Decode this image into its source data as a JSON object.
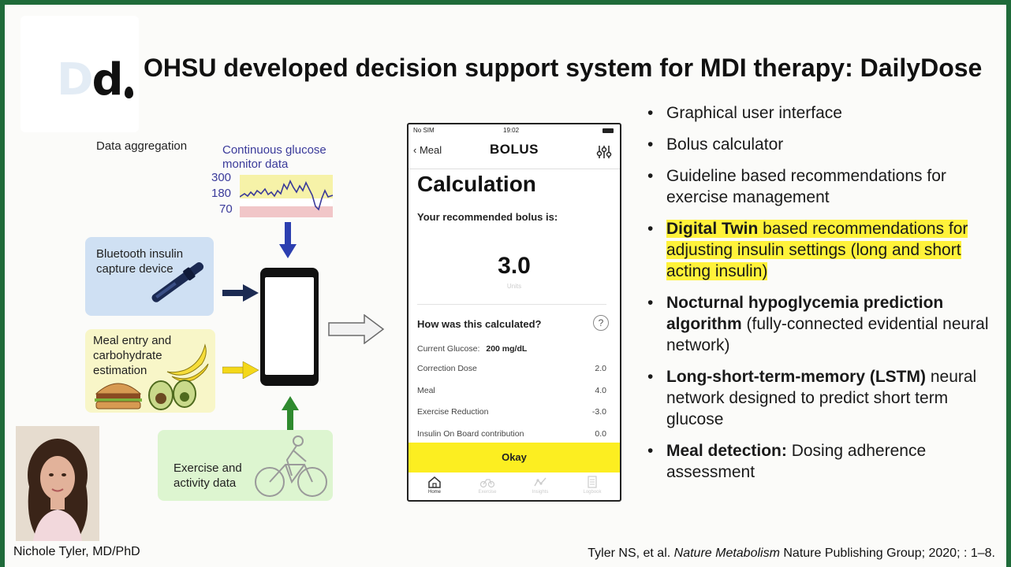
{
  "title": "OHSU developed decision support system for MDI therapy: DailyDose",
  "logo": {
    "text": "Dd.",
    "icon": "dailydose-logo"
  },
  "diagram": {
    "data_aggregation": "Data aggregation",
    "cgm_title": "Continuous glucose monitor data",
    "cgm_ticks": [
      "300",
      "180",
      "70"
    ],
    "bluetooth": "Bluetooth insulin capture device",
    "meal": "Meal entry and carbohydrate estimation",
    "exercise": "Exercise and activity data",
    "colors": {
      "blue_panel": "#cfe0f3",
      "yellow_panel": "#f8f6c8",
      "green_panel": "#ddf5d0",
      "arrow_blue": "#2c3fb0",
      "arrow_yellow": "#f4d81a",
      "arrow_green": "#2f8a2f"
    }
  },
  "app": {
    "status": {
      "carrier": "No SIM",
      "time": "19:02"
    },
    "back_label": "Meal",
    "nav_title": "BOLUS",
    "heading": "Calculation",
    "recommended_label": "Your recommended bolus is:",
    "bolus_value": "3.0",
    "bolus_units": "Units",
    "how_label": "How was this calculated?",
    "current_glucose_label": "Current Glucose:",
    "current_glucose_value": "200 mg/dL",
    "rows": [
      {
        "label": "Correction Dose",
        "value": "2.0"
      },
      {
        "label": "Meal",
        "value": "4.0"
      },
      {
        "label": "Exercise Reduction",
        "value": "-3.0"
      },
      {
        "label": "Insulin On Board contribution",
        "value": "0.0"
      }
    ],
    "okay_label": "Okay",
    "accent": "#fcee21",
    "tabs": [
      {
        "label": "Home",
        "icon": "home-icon"
      },
      {
        "label": "Exercise",
        "icon": "bicycle-icon"
      },
      {
        "label": "Insights",
        "icon": "insights-icon"
      },
      {
        "label": "Logbook",
        "icon": "logbook-icon"
      }
    ]
  },
  "bullets": [
    {
      "bold": "",
      "text": "Graphical user interface"
    },
    {
      "bold": "",
      "text": "Bolus calculator"
    },
    {
      "bold": "",
      "text": "Guideline based recommendations for exercise management"
    },
    {
      "bold": "Digital Twin",
      "text": " based recommendations for adjusting insulin settings (long and short acting insulin)"
    },
    {
      "bold": "Nocturnal hypoglycemia prediction algorithm",
      "text": " (fully-connected evidential neural network)"
    },
    {
      "bold": "Long-short-term-memory (LSTM)",
      "text": " neural network designed to predict short term glucose"
    },
    {
      "bold": "Meal detection:",
      "text": " Dosing adherence assessment"
    }
  ],
  "highlight_color": "#fff23a",
  "presenter": "Nichole Tyler, MD/PhD",
  "citation": {
    "authors": "Tyler NS, et al.",
    "journal": "Nature Metabolism",
    "rest": "Nature Publishing Group; 2020; : 1–8."
  }
}
